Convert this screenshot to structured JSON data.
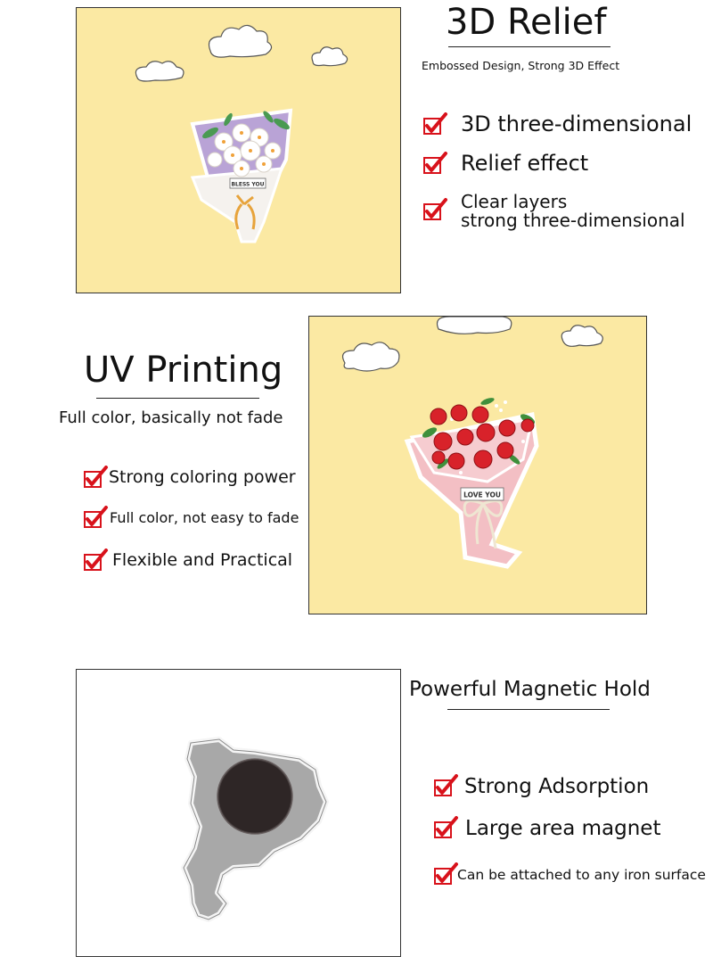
{
  "section1": {
    "title": "3D Relief",
    "subtitle": "Embossed Design, Strong 3D Effect",
    "features": [
      "3D three-dimensional",
      "Relief effect"
    ],
    "feature3_line1": "Clear layers",
    "feature3_line2": "strong three-dimensional",
    "tag": "BLESS YOU"
  },
  "section2": {
    "title": "UV Printing",
    "subtitle": "Full color, basically not fade",
    "features": [
      "Strong coloring power",
      "Full color, not easy to fade",
      "Flexible and Practical"
    ],
    "tag": "LOVE YOU"
  },
  "section3": {
    "title": "Powerful Magnetic Hold",
    "features": [
      "Strong Adsorption",
      "Large area magnet",
      "Can be attached to any iron surface"
    ]
  },
  "colors": {
    "background_yellow": "#fbe9a3",
    "check_red": "#d8121b",
    "rose_red": "#d8222a",
    "wrap_pink": "#f3bfc4",
    "wrap_purple": "#b9a3d6",
    "magnet_backing_gray": "#a8a8a8",
    "magnet_dark": "#2e2626"
  },
  "icons": {
    "check": "red-checkbox-check-icon",
    "cloud": "cloud-icon"
  }
}
